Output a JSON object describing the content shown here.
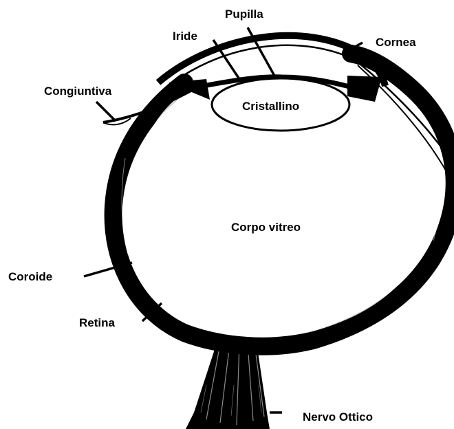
{
  "labels": {
    "pupilla": "Pupilla",
    "iride": "Iride",
    "cornea": "Cornea",
    "congiuntiva": "Congiuntiva",
    "cristallino": "Cristallino",
    "corpo_vitreo": "Corpo vitreo",
    "coroide": "Coroide",
    "retina": "Retina",
    "nervo_ottico": "Nervo Ottico"
  },
  "colors": {
    "ink": "#000000",
    "background": "#ffffff"
  }
}
